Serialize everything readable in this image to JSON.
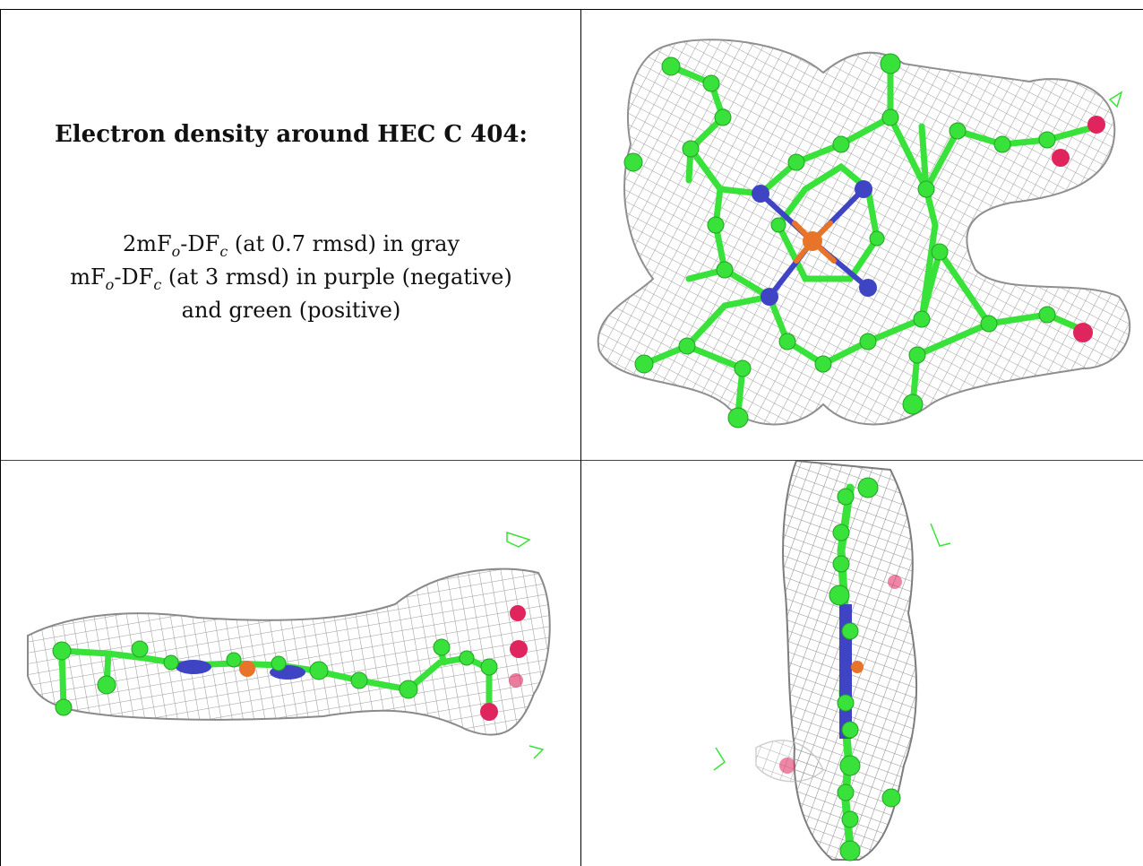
{
  "caption": {
    "title": "Electron density around HEC C 404:",
    "line1": {
      "a": "2mF",
      "a_sub": "o",
      "b": "-DF",
      "b_sub": "c",
      "rest": " (at 0.7 rmsd) in gray"
    },
    "line2": {
      "a": "mF",
      "a_sub": "o",
      "b": "-DF",
      "b_sub": "c",
      "rest": " (at 3 rmsd) in purple (negative)"
    },
    "line3": "and green (positive)"
  },
  "colors": {
    "carbon": "#39e23a",
    "nitrogen": "#3e44c4",
    "oxygen": "#e0245e",
    "iron": "#e8742a",
    "mesh": "#8f8f8f",
    "grid_line": "#000000"
  },
  "panels": [
    {
      "id": "top-view",
      "icon": "heme-top-view-icon"
    },
    {
      "id": "side-view-horizontal",
      "icon": "heme-side-view-icon"
    },
    {
      "id": "side-view-vertical",
      "icon": "heme-edge-view-icon"
    }
  ]
}
